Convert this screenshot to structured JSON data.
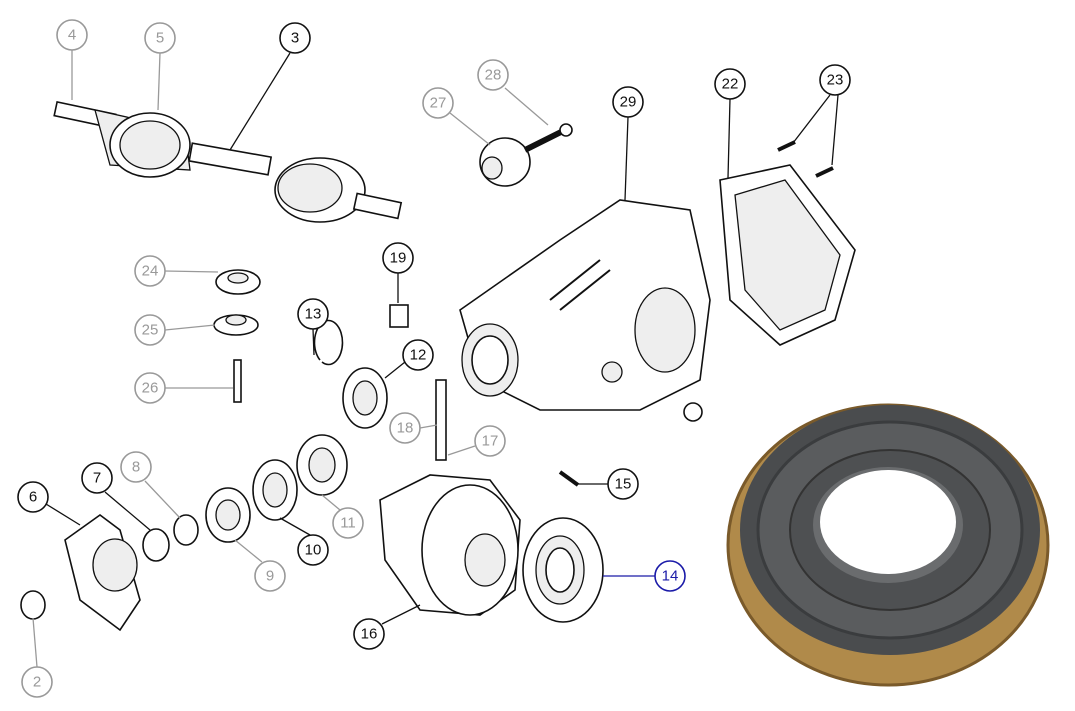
{
  "diagram": {
    "callouts": {
      "n2": {
        "label": "2",
        "tone": "gray"
      },
      "n3": {
        "label": "3",
        "tone": "black"
      },
      "n4": {
        "label": "4",
        "tone": "gray"
      },
      "n5": {
        "label": "5",
        "tone": "gray"
      },
      "n6": {
        "label": "6",
        "tone": "black"
      },
      "n7": {
        "label": "7",
        "tone": "black"
      },
      "n8": {
        "label": "8",
        "tone": "gray"
      },
      "n9": {
        "label": "9",
        "tone": "gray"
      },
      "n10": {
        "label": "10",
        "tone": "black"
      },
      "n11": {
        "label": "11",
        "tone": "gray"
      },
      "n12": {
        "label": "12",
        "tone": "black"
      },
      "n13": {
        "label": "13",
        "tone": "black"
      },
      "n14": {
        "label": "14",
        "tone": "blue"
      },
      "n15": {
        "label": "15",
        "tone": "black"
      },
      "n16": {
        "label": "16",
        "tone": "black"
      },
      "n17": {
        "label": "17",
        "tone": "gray"
      },
      "n18": {
        "label": "18",
        "tone": "gray"
      },
      "n19": {
        "label": "19",
        "tone": "black"
      },
      "n22": {
        "label": "22",
        "tone": "black"
      },
      "n23": {
        "label": "23",
        "tone": "black"
      },
      "n24": {
        "label": "24",
        "tone": "gray"
      },
      "n25": {
        "label": "25",
        "tone": "gray"
      },
      "n26": {
        "label": "26",
        "tone": "gray"
      },
      "n27": {
        "label": "27",
        "tone": "gray"
      },
      "n28": {
        "label": "28",
        "tone": "gray"
      },
      "n29": {
        "label": "29",
        "tone": "black"
      }
    },
    "colors": {
      "highlight": "#1a1aa8",
      "inactive": "#999999",
      "seal_metal": "#b08a4a",
      "seal_rubber": "#4a4c4e"
    }
  }
}
